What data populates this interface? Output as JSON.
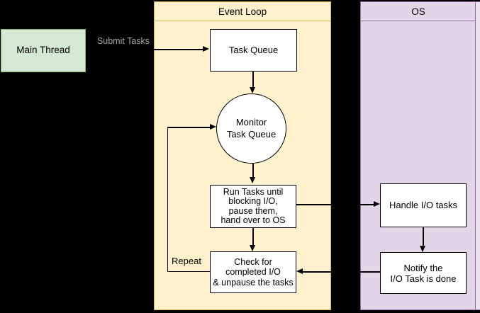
{
  "panels": {
    "event_loop": {
      "title": "Event Loop",
      "fill": "#FFF2CC",
      "border": "#D6B656"
    },
    "os": {
      "title": "OS",
      "fill": "#E1D5E7",
      "border": "#9673A6"
    }
  },
  "nodes": {
    "main_thread": {
      "label": "Main Thread",
      "fill": "#D5E8D4",
      "border": "#82B366"
    },
    "task_queue": {
      "label": "Task Queue"
    },
    "monitor_task_queue": {
      "lines": [
        "Monitor",
        "Task Queue"
      ]
    },
    "run_tasks": {
      "lines": [
        "Run Tasks until",
        "blocking I/O,",
        "pause them,",
        "hand over to OS"
      ]
    },
    "check_completed": {
      "lines": [
        "Check for",
        "completed I/O",
        "& unpause the tasks"
      ]
    },
    "handle_io": {
      "label": "Handle I/O tasks"
    },
    "notify_done": {
      "lines": [
        "Notify the",
        "I/O Task is done"
      ]
    }
  },
  "edge_labels": {
    "submit_tasks": "Submit Tasks",
    "repeat": "Repeat"
  },
  "colors": {
    "background": "#000000",
    "edge": "#000000",
    "node_fill": "#FFFFFF",
    "node_border": "#000000",
    "submit_label_text": "#A6A6A6"
  }
}
